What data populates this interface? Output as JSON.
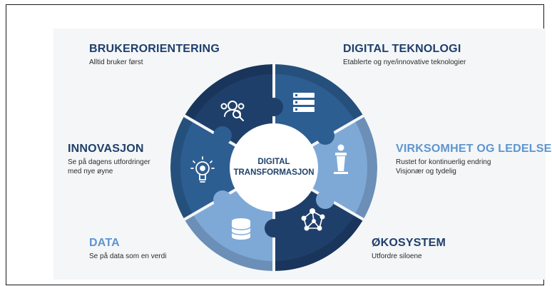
{
  "center": {
    "line1": "DIGITAL",
    "line2": "TRANSFORMASJON"
  },
  "sections": {
    "brukerorientering": {
      "title": "BRUKERORIENTERING",
      "sub": [
        "Alltid bruker først"
      ]
    },
    "digital_teknologi": {
      "title": "DIGITAL TEKNOLOGI",
      "sub": [
        "Etablerte og nye/innovative teknologier"
      ]
    },
    "innovasjon": {
      "title": "INNOVASJON",
      "sub": [
        "Se på dagens utfordringer",
        "med nye øyne"
      ]
    },
    "virksomhet": {
      "title": "VIRKSOMHET OG LEDELSE",
      "sub": [
        "Rustet for kontinuerlig endring",
        "Visjonær og tydelig"
      ]
    },
    "data": {
      "title": "DATA",
      "sub": [
        "Se på data som en verdi"
      ]
    },
    "okosystem": {
      "title": "ØKOSYSTEM",
      "sub": [
        "Utfordre siloene"
      ]
    }
  },
  "icons": [
    "user-search-icon",
    "server-icon",
    "presenter-icon",
    "network-icon",
    "database-icon",
    "lightbulb-gear-icon"
  ],
  "colors": {
    "dark_navy": "#1f3f6b",
    "medium_blue": "#2d5e92",
    "steel_blue": "#3c70a8",
    "light_blue": "#7ea9d7",
    "accent_light": "#5e95cf"
  }
}
